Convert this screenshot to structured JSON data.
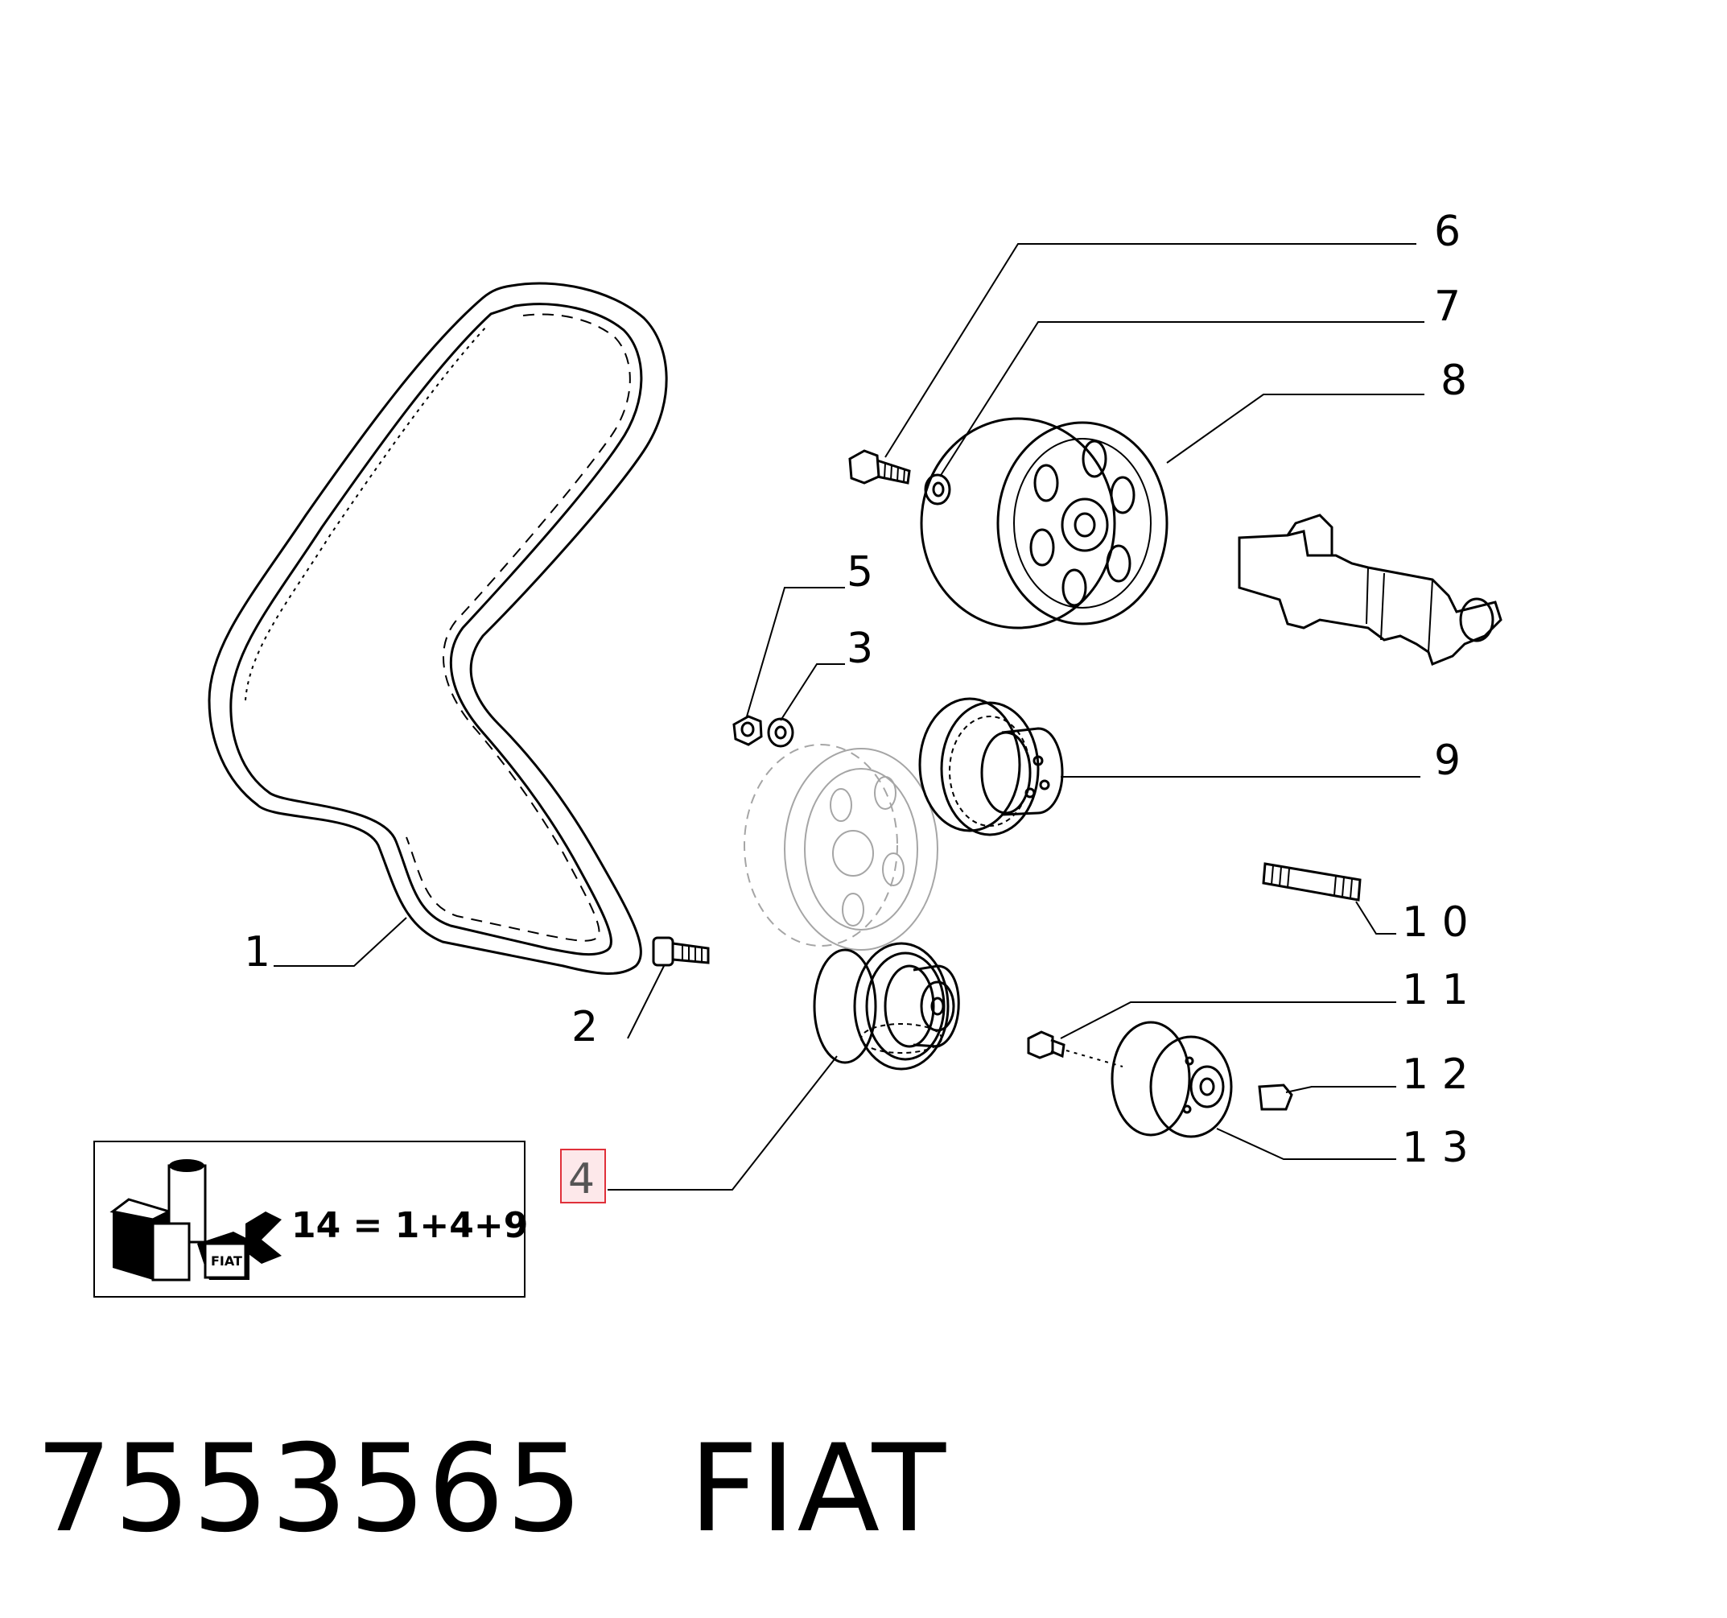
{
  "callouts": {
    "c1": "1",
    "c2": "2",
    "c3": "3",
    "c4": "4",
    "c5": "5",
    "c6": "6",
    "c7": "7",
    "c8": "8",
    "c9": "9",
    "c10": "1 0",
    "c11": "1 1",
    "c12": "1 2",
    "c13": "1 3"
  },
  "highlighted_callout": "4",
  "highlight_color": "#e0303a",
  "kit": {
    "formula": "14 = 1+4+9",
    "logo_text": "FIAT"
  },
  "footer": {
    "part_number": "7553565",
    "brand": "FIAT"
  }
}
